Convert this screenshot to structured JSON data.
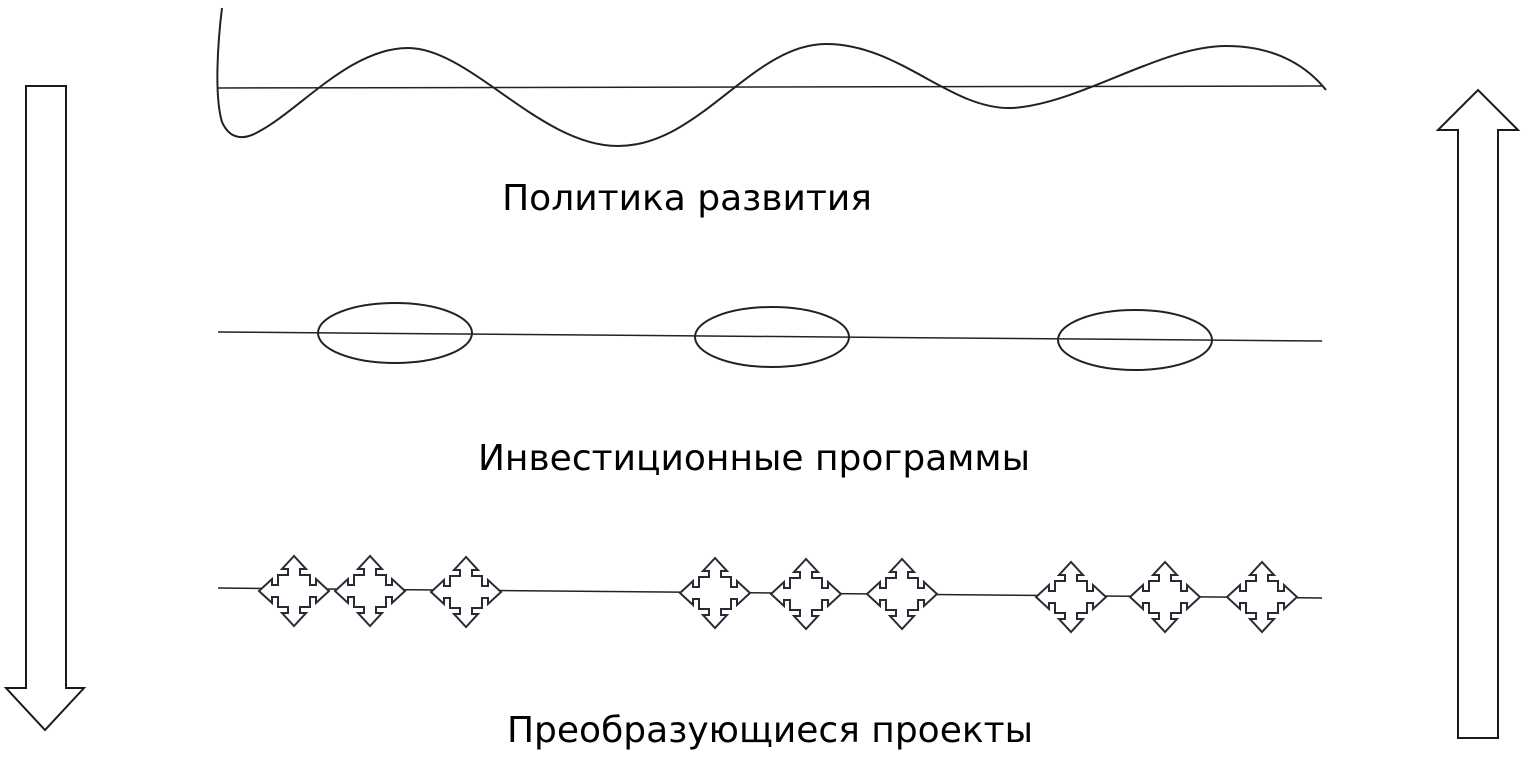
{
  "levels": {
    "policy": {
      "label": "Политика развития"
    },
    "programs": {
      "label": "Инвестиционные программы"
    },
    "projects": {
      "label": "Преобразующиеся проекты"
    }
  },
  "style": {
    "stroke": "#222222",
    "background": "#ffffff"
  }
}
